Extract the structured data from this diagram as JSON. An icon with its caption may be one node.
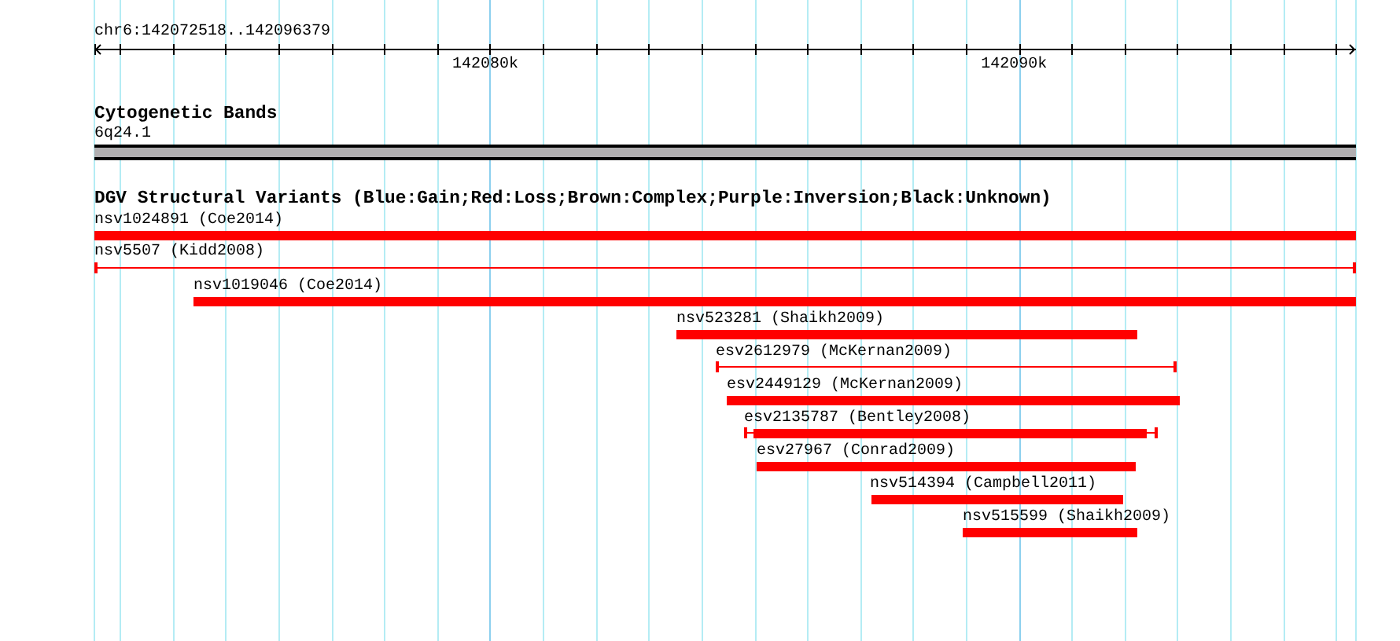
{
  "diagram": {
    "nodes": [
      {
        "text": [
          "6q24.1"
        ]
      },
      {
        "text": [
          "nsv1024891 (Coe2014)"
        ]
      },
      {
        "text": [
          "nsv5507 (Kidd2008)"
        ]
      },
      {
        "text": [
          "nsv1019046 (Coe2014)"
        ]
      },
      {
        "text": [
          "nsv523281 (Shaikh2009)"
        ]
      },
      {
        "text": [
          "esv2612979 (McKernan2009)"
        ]
      },
      {
        "text": [
          "esv2449129 (McKernan2009)"
        ]
      },
      {
        "text": [
          "esv2135787 (Bentley2008)"
        ]
      },
      {
        "text": [
          "esv27967 (Conrad2009)"
        ]
      },
      {
        "text": [
          "nsv514394 (Campbell2011)"
        ]
      },
      {
        "text": [
          "nsv515599 (Shaikh2009)"
        ]
      }
    ],
    "labels": [
      "chr6:142072518..142096379",
      "142080k",
      "142090k",
      "Cytogenetic Bands",
      "DGV Structural Variants (Blue:Gain;Red:Loss;Brown:Complex;Purple:Inversion;Black:Unknown)"
    ]
  }
}
